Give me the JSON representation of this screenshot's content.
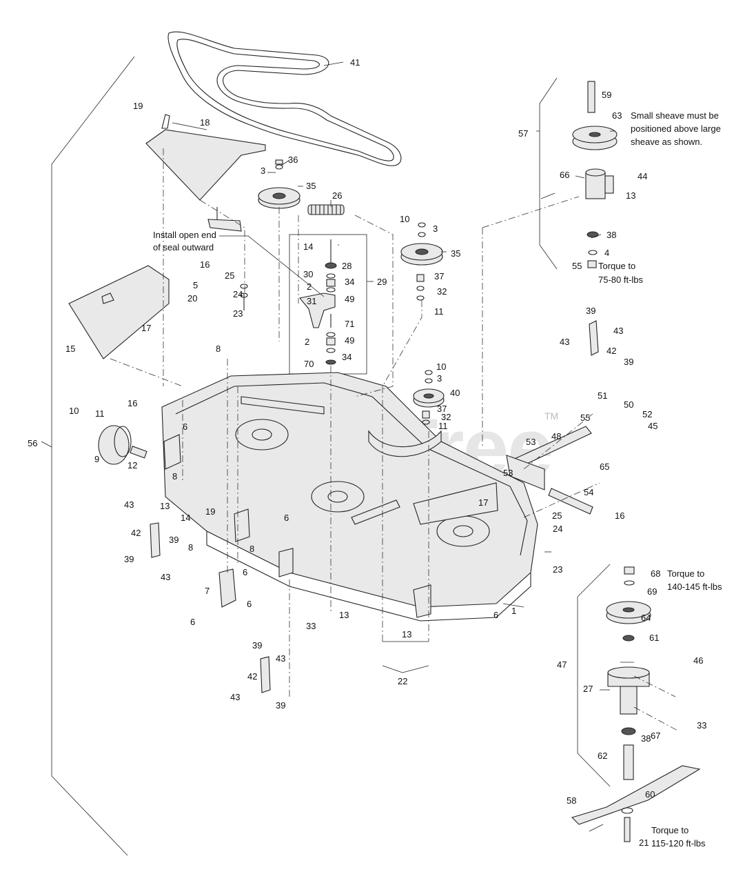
{
  "watermark": {
    "text": "PartsTree",
    "trademark": "TM"
  },
  "notes": {
    "sheave_note": [
      "Small sheave must be",
      "positioned above large",
      "sheave as shown."
    ],
    "seal_note": [
      "Install open end",
      "of seal outward"
    ],
    "torque_75": [
      "Torque to",
      "75-80 ft-lbs"
    ],
    "torque_140": [
      "Torque to",
      "140-145 ft-lbs"
    ],
    "torque_115": [
      "Torque to",
      "115-120 ft-lbs"
    ]
  },
  "callouts": [
    "41",
    "19",
    "18",
    "36",
    "3",
    "35",
    "26",
    "10",
    "3",
    "35",
    "14",
    "28",
    "30",
    "34",
    "2",
    "49",
    "31",
    "29",
    "37",
    "32",
    "11",
    "71",
    "49",
    "2",
    "34",
    "70",
    "16",
    "25",
    "5",
    "24",
    "20",
    "23",
    "15",
    "17",
    "8",
    "10",
    "3",
    "40",
    "37",
    "32",
    "11",
    "59",
    "63",
    "57",
    "66",
    "44",
    "13",
    "38",
    "4",
    "55",
    "39",
    "43",
    "42",
    "43",
    "39",
    "51",
    "50",
    "52",
    "45",
    "55",
    "53",
    "48",
    "53",
    "65",
    "17",
    "54",
    "16",
    "10",
    "11",
    "9",
    "16",
    "12",
    "6",
    "56",
    "8",
    "13",
    "14",
    "19",
    "6",
    "43",
    "39",
    "42",
    "39",
    "43",
    "8",
    "8",
    "6",
    "7",
    "6",
    "6",
    "25",
    "24",
    "23",
    "68",
    "69",
    "64",
    "61",
    "47",
    "46",
    "27",
    "1",
    "6",
    "33",
    "13",
    "13",
    "22",
    "39",
    "43",
    "42",
    "43",
    "39",
    "33",
    "38",
    "62",
    "67",
    "58",
    "60",
    "21"
  ]
}
